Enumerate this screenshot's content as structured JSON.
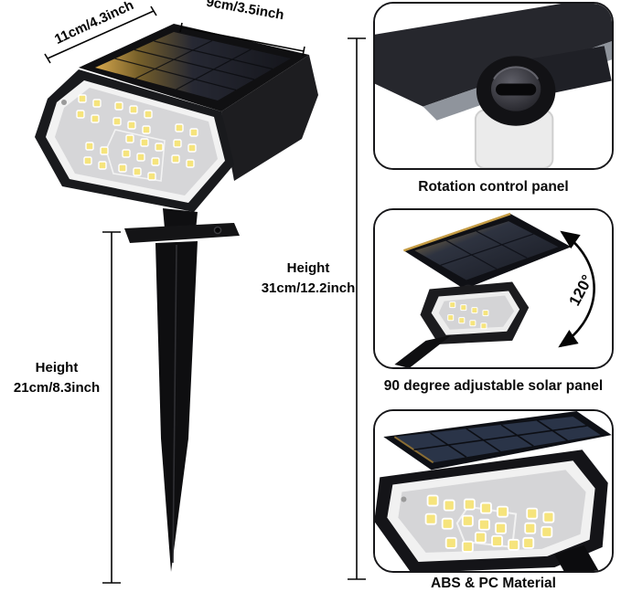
{
  "dimensions": {
    "panel_side": "11cm/4.3inch",
    "panel_front": "9cm/3.5inch",
    "total_height_label": "Height",
    "total_height_value": "31cm/12.2inch",
    "stake_height_label": "Height",
    "stake_height_value": "21cm/8.3inch"
  },
  "panels": [
    {
      "caption": "Rotation control panel"
    },
    {
      "caption": "90 degree adjustable solar panel",
      "angle_label": "120°"
    },
    {
      "caption": "ABS & PC Material"
    }
  ],
  "colors": {
    "background": "#ffffff",
    "line": "#050505",
    "housing_black": "#17171a",
    "solar_dark": "#23252e",
    "solar_gold_reflection": "#d9a94d",
    "led_yellow": "#f6e47c",
    "face_gray": "#d6d6d8"
  }
}
